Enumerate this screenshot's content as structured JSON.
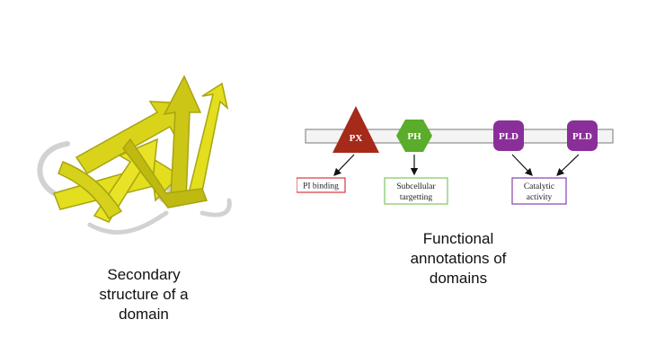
{
  "left_caption": [
    "Secondary",
    "structure of a",
    "domain"
  ],
  "right_caption": [
    "Functional",
    "annotations of",
    "domains"
  ],
  "domains": [
    {
      "label": "PX",
      "shape": "triangle",
      "color": "#a52a1a"
    },
    {
      "label": "PH",
      "shape": "hexagon",
      "color": "#5aac2a"
    },
    {
      "label": "PLD",
      "shape": "rounded-square",
      "color": "#8a2f9a"
    },
    {
      "label": "PLD",
      "shape": "rounded-square",
      "color": "#8a2f9a"
    }
  ],
  "functions": [
    {
      "lines": [
        "PI binding"
      ],
      "border_color": "#d9363e"
    },
    {
      "lines": [
        "Subcellular",
        "targetting"
      ],
      "border_color": "#7cc95a"
    },
    {
      "lines": [
        "Catalytic",
        "activity"
      ],
      "border_color": "#8a3fb0"
    }
  ],
  "colors": {
    "ribbon_fill": "#e3de1e",
    "ribbon_shade": "#a8a410",
    "loop_color": "#d2d2d2",
    "backbone_bar": "#f4f4f4"
  }
}
